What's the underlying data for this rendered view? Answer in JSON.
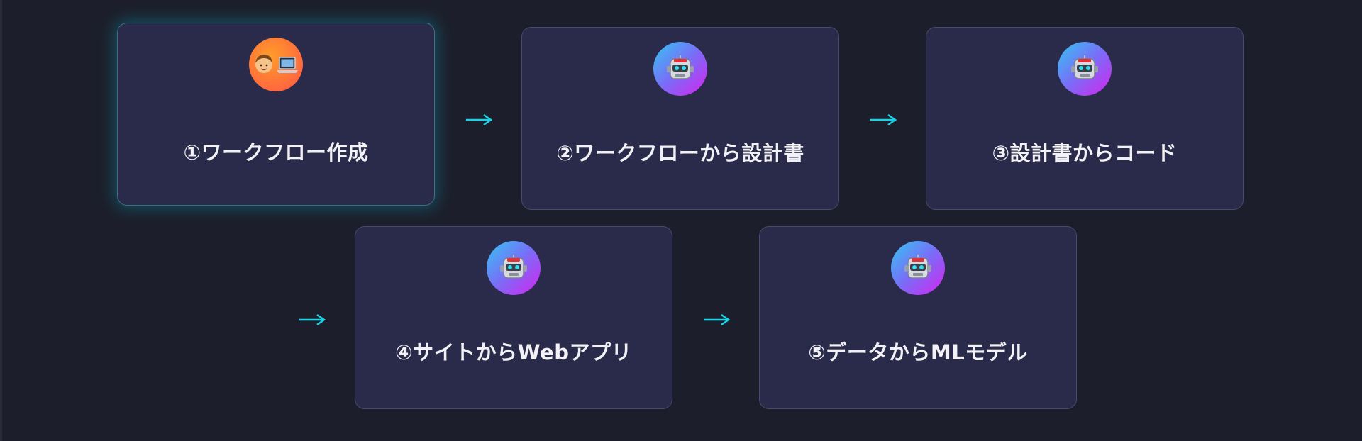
{
  "steps": [
    {
      "label": "①ワークフロー作成",
      "actor": "human",
      "icon": "person-laptop-icon",
      "active": true
    },
    {
      "label": "②ワークフローから設計書",
      "actor": "robot",
      "icon": "robot-icon",
      "active": false
    },
    {
      "label": "③設計書からコード",
      "actor": "robot",
      "icon": "robot-icon",
      "active": false
    },
    {
      "label": "④サイトからWebアプリ",
      "actor": "robot",
      "icon": "robot-icon",
      "active": false
    },
    {
      "label": "⑤データからMLモデル",
      "actor": "robot",
      "icon": "robot-icon",
      "active": false
    }
  ],
  "colors": {
    "background": "#1c1f2b",
    "card": "#2a2a4a",
    "arrow": "#19d3e6",
    "glow": "#00c8e6"
  }
}
